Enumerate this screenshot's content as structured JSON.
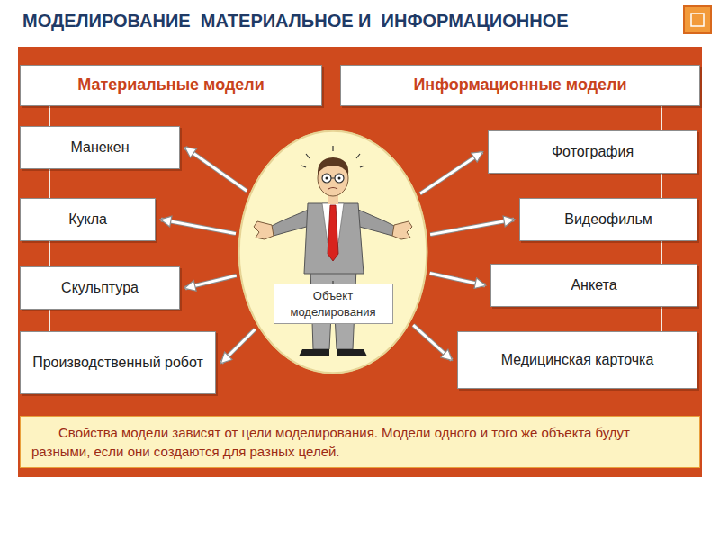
{
  "diagram": {
    "title": "МОДЕЛИРОВАНИЕ  МАТЕРИАЛЬНОЕ И  ИНФОРМАЦИОННОЕ",
    "caption": "Свойства модели зависят от цели моделирования. Модели одного и того же объекта будут разными, если они создаются для разных целей.",
    "nodes": [
      {
        "text": [
          "Материальные модели"
        ]
      },
      {
        "text": [
          "Манекен"
        ]
      },
      {
        "text": [
          "Кукла"
        ]
      },
      {
        "text": [
          "Скульптура"
        ]
      },
      {
        "text": [
          "Производственный робот"
        ]
      },
      {
        "text": [
          "Информационные  модели"
        ]
      },
      {
        "text": [
          "Фотография"
        ]
      },
      {
        "text": [
          "Видеофильм"
        ]
      },
      {
        "text": [
          "Анкета"
        ]
      },
      {
        "text": [
          "Медицинская карточка"
        ]
      },
      {
        "text": [
          "Объект моделирования"
        ]
      }
    ],
    "edges": [
      {
        "from": 0,
        "to": 1,
        "arrow": "none"
      },
      {
        "from": 1,
        "to": 2,
        "arrow": "none"
      },
      {
        "from": 2,
        "to": 3,
        "arrow": "none"
      },
      {
        "from": 3,
        "to": 4,
        "arrow": "none"
      },
      {
        "from": 5,
        "to": 6,
        "arrow": "none"
      },
      {
        "from": 6,
        "to": 7,
        "arrow": "none"
      },
      {
        "from": 7,
        "to": 8,
        "arrow": "none"
      },
      {
        "from": 8,
        "to": 9,
        "arrow": "none"
      },
      {
        "from": 10,
        "to": 1,
        "arrow": "to"
      },
      {
        "from": 10,
        "to": 2,
        "arrow": "to"
      },
      {
        "from": 10,
        "to": 3,
        "arrow": "to"
      },
      {
        "from": 10,
        "to": 4,
        "arrow": "to"
      },
      {
        "from": 10,
        "to": 6,
        "arrow": "to"
      },
      {
        "from": 10,
        "to": 7,
        "arrow": "to"
      },
      {
        "from": 10,
        "to": 8,
        "arrow": "to"
      },
      {
        "from": 10,
        "to": 9,
        "arrow": "to"
      }
    ]
  }
}
